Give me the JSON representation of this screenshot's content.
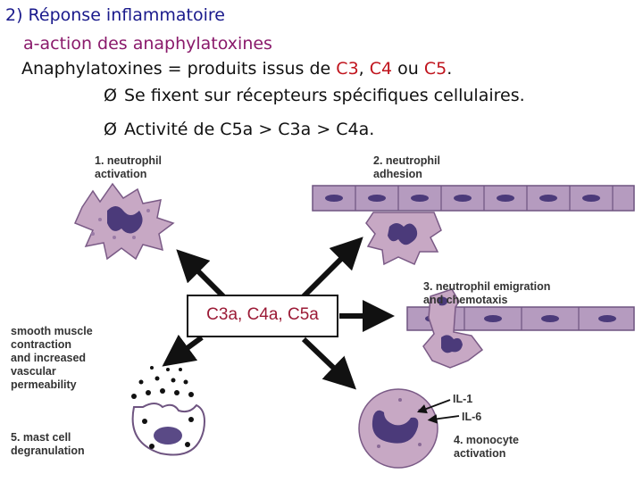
{
  "header": {
    "title": "2) Réponse inflammatoire",
    "subtitle": "a-action des anaphylatoxines",
    "line3_start": "Anaphylatoxines = produits issus de ",
    "c3": "C3",
    "sep1": ", ",
    "c4": "C4",
    "sep2": " ou ",
    "c5": "C5",
    "end": ".",
    "bullet_glyph": "Ø",
    "bullet1": "Se fixent sur récepteurs spécifiques cellulaires.",
    "bullet2": "Activité de C5a > C3a > C4a."
  },
  "diagram": {
    "center_label": "C3a, C4a, C5a",
    "step1": [
      "1. neutrophil",
      "activation"
    ],
    "step2": [
      "2. neutrophil",
      "adhesion"
    ],
    "step3": [
      "3. neutrophil emigration",
      "and chemotaxis"
    ],
    "step4": [
      "4. monocyte",
      "activation"
    ],
    "step5": [
      "5. mast cell",
      "degranulation"
    ],
    "smooth": [
      "smooth muscle",
      "contraction",
      "and increased",
      "vascular",
      "permeability"
    ],
    "il1": "IL-1",
    "il6": "IL-6"
  },
  "colors": {
    "title": "#1a1a8c",
    "subtitle": "#8a1a6b",
    "highlight_red": "#c0141d",
    "center_text": "#9b1a36",
    "cell_fill": "#c7a8c4",
    "nucleus": "#4b3a7a",
    "vessel": "#b59bbf"
  }
}
